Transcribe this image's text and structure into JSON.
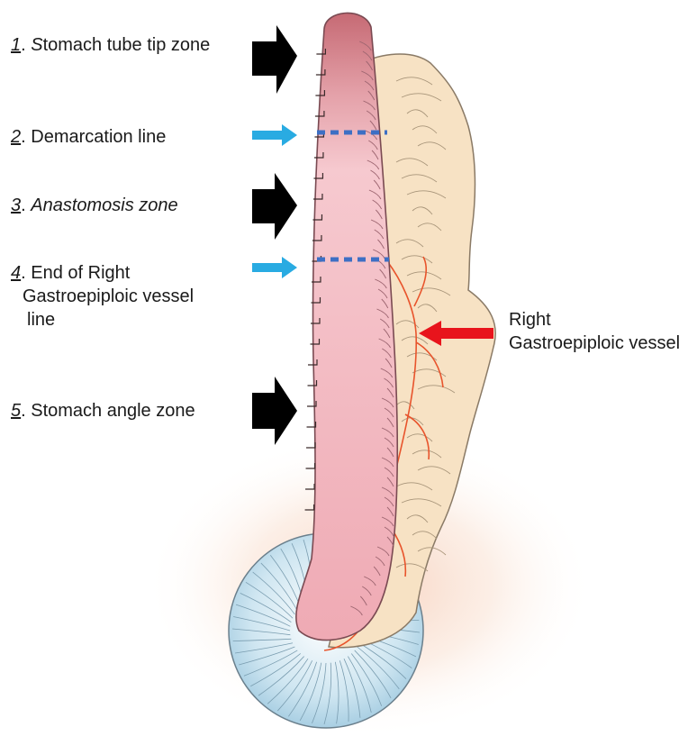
{
  "labels": {
    "l1": {
      "num": "1",
      "sep": ". ",
      "first": "S",
      "rest": "tomach tube tip zone"
    },
    "l2": {
      "num": "2",
      "sep": ". ",
      "text": "Demarcation line"
    },
    "l3": {
      "num": "3",
      "sep": ". ",
      "text": "Anastomosis zone"
    },
    "l4": {
      "num": "4",
      "sep": ". ",
      "line1": "End of Right",
      "line2": "Gastroepiploic vessel",
      "line3": "line"
    },
    "l5": {
      "num": "5",
      "sep": ". ",
      "text": "Stomach angle zone"
    },
    "vessel": {
      "line1": "Right",
      "line2": "Gastroepiploic vessel"
    }
  },
  "colors": {
    "zone_arrow": "#000000",
    "line_arrow": "#29abe2",
    "vessel_arrow": "#e8141c",
    "dotted_line": "#3d6fc4",
    "tube_fill": "#f2b3bd",
    "tube_tip": "#c97079",
    "omentum": "#f7e2c4",
    "vessel": "#e8542c",
    "duodenum": "#b9d9ea"
  }
}
